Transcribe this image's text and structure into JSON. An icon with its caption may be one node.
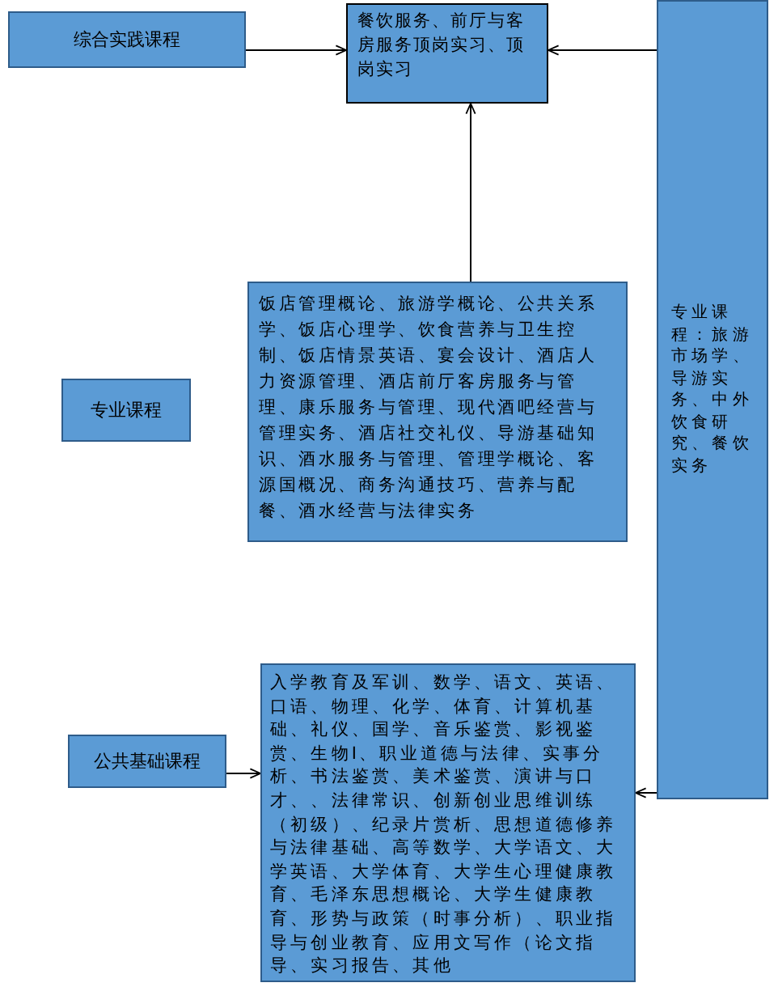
{
  "diagram": {
    "nodes": [
      {
        "text": [
          "综合实践课程"
        ]
      },
      {
        "text": [
          "餐饮服务、前厅与客房服务顶岗实习、顶岗实习"
        ]
      },
      {
        "text": [
          "专业课程：旅游市场学、导游实务、中外饮食研究、餐饮实务"
        ]
      },
      {
        "text": [
          "专业课程"
        ]
      },
      {
        "text": [
          "饭店管理概论、旅游学概论、公共关系学、饭店心理学、饮食营养与卫生控制、饭店情景英语、宴会设计、酒店人力资源管理、酒店前厅客房服务与管理、康乐服务与管理、现代酒吧经营与管理实务、酒店社交礼仪、导游基础知识、酒水服务与管理、管理学概论、客源国概况、商务沟通技巧、营养与配餐、酒水经营与法律实务"
        ]
      },
      {
        "text": [
          "公共基础课程"
        ]
      },
      {
        "text": [
          "入学教育及军训、数学、语文、英语、口语、物理、化学、体育、计算机基础、礼仪、国学、音乐鉴赏、影视鉴赏、生物Ⅰ、职业道德与法律、实事分析、书法鉴赏、美术鉴赏、演讲与口才、、法律常识、创新创业思维训练（初级）、纪录片赏析、思想道德修养与法律基础、高等数学、大学语文、大学英语、大学体育、大学生心理健康教育、毛泽东思想概论、大学生健康教育、形势与政策（时事分析）、职业指导与创业教育、应用文写作（论文指导、实习报告、其他"
        ]
      }
    ],
    "edges": [
      {
        "from": 0,
        "to": 1,
        "arrow": "to"
      },
      {
        "from": 2,
        "to": 1,
        "arrow": "to"
      },
      {
        "from": 4,
        "to": 1,
        "arrow": "to"
      },
      {
        "from": 5,
        "to": 6,
        "arrow": "to"
      },
      {
        "from": 2,
        "to": 6,
        "arrow": "to"
      }
    ]
  }
}
